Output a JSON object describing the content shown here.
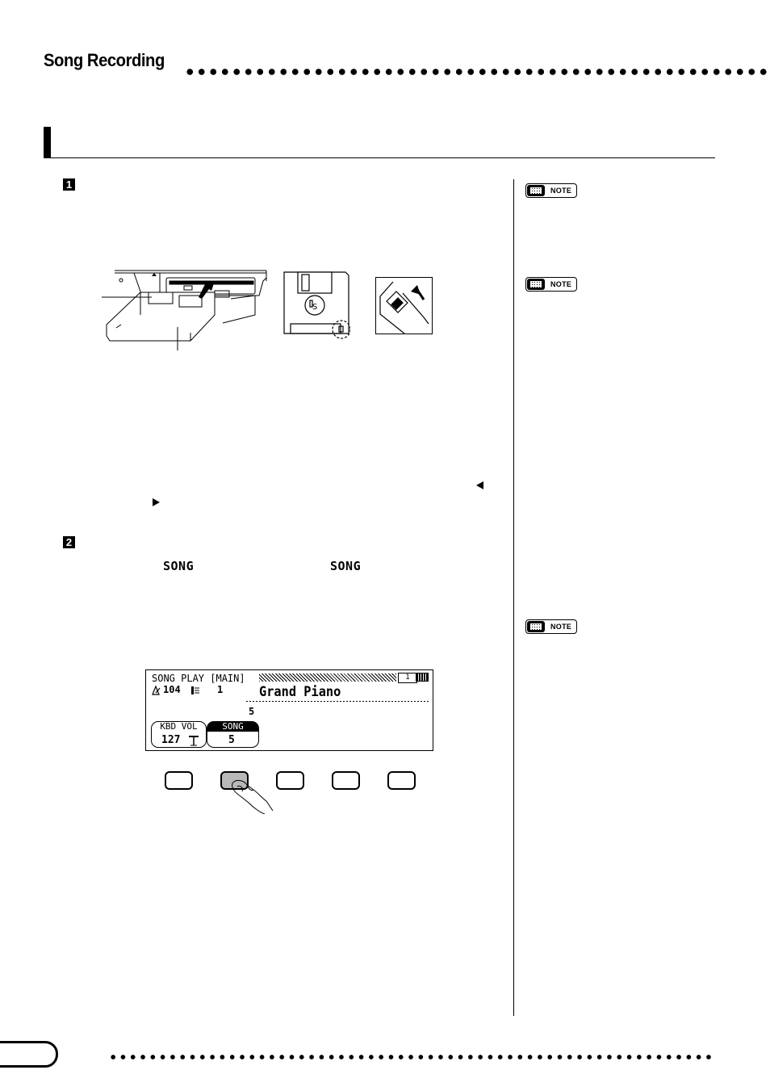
{
  "header": {
    "title": "Song Recording"
  },
  "steps": [
    {
      "number": "1"
    },
    {
      "number": "2"
    }
  ],
  "notes": [
    {
      "label": "NOTE"
    },
    {
      "label": "NOTE"
    },
    {
      "label": "NOTE"
    }
  ],
  "song_buttons": {
    "left_label": "SONG",
    "right_label": "SONG"
  },
  "floppy_illustration": {
    "disk_label": "S"
  },
  "lcd": {
    "mode": "SONG PLAY [MAIN]",
    "page_indicator": "1",
    "tempo": "104",
    "measure": "1",
    "voice_name": "Grand Piano",
    "song_number_small": "5",
    "tabs": [
      {
        "label": "KBD VOL",
        "value": "127"
      },
      {
        "label": "SONG",
        "value": "5"
      }
    ]
  }
}
